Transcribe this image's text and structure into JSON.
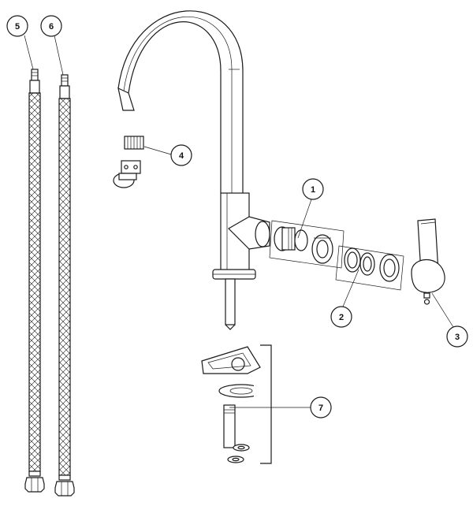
{
  "colors": {
    "line": "#1a1a1a",
    "background": "#ffffff",
    "bubble_fill": "#ffffff"
  },
  "callouts": [
    {
      "id": "c1",
      "label": "1"
    },
    {
      "id": "c2",
      "label": "2"
    },
    {
      "id": "c3",
      "label": "3"
    },
    {
      "id": "c4",
      "label": "4"
    },
    {
      "id": "c5",
      "label": "5"
    },
    {
      "id": "c6",
      "label": "6"
    },
    {
      "id": "c7",
      "label": "7"
    }
  ]
}
